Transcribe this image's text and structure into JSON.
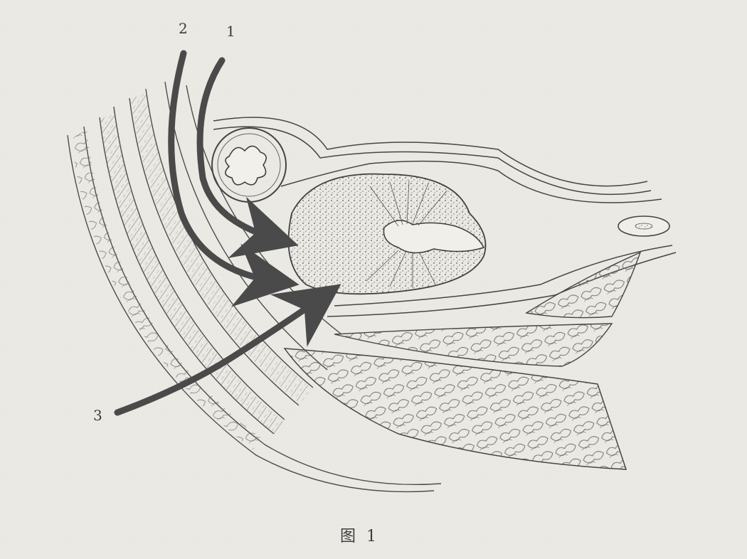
{
  "figure": {
    "caption": "图 1",
    "arrow_labels": [
      {
        "id": "1",
        "text": "1"
      },
      {
        "id": "2",
        "text": "2"
      },
      {
        "id": "3",
        "text": "3"
      }
    ]
  },
  "colors": {
    "paper": "#ebe9e3",
    "ink": "#3a3a3a",
    "arrow": "#4a4a4a"
  }
}
